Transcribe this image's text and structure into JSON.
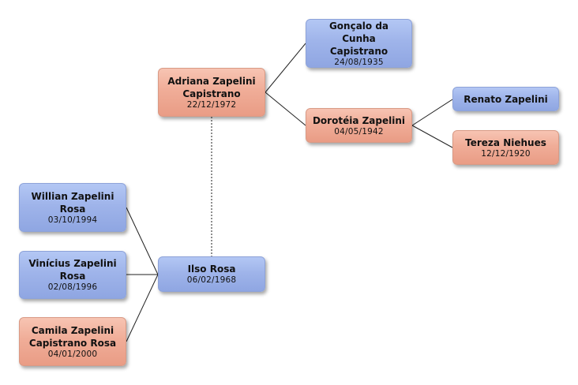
{
  "people": {
    "ilso": {
      "name": "Ilso Rosa",
      "date": "06/02/1968"
    },
    "adriana": {
      "name_line1": "Adriana Zapelini",
      "name_line2": "Capistrano",
      "date": "22/12/1972"
    },
    "goncalo": {
      "name_line1": "Gonçalo da Cunha",
      "name_line2": "Capistrano",
      "date": "24/08/1935"
    },
    "doroteia": {
      "name": "Dorotéia Zapelini",
      "date": "04/05/1942"
    },
    "renato": {
      "name": "Renato Zapelini"
    },
    "tereza": {
      "name": "Tereza Niehues",
      "date": "12/12/1920"
    },
    "willian": {
      "name_line1": "Willian Zapelini",
      "name_line2": "Rosa",
      "date": "03/10/1994"
    },
    "vinicius": {
      "name_line1": "Vinícius Zapelini",
      "name_line2": "Rosa",
      "date": "02/08/1996"
    },
    "camila": {
      "name_line1": "Camila Zapelini",
      "name_line2": "Capistrano Rosa",
      "date": "04/01/2000"
    }
  },
  "colors": {
    "male": "#9fb4ea",
    "female": "#f0ad98",
    "connector": "#222222",
    "spouse_link": "#444444"
  }
}
